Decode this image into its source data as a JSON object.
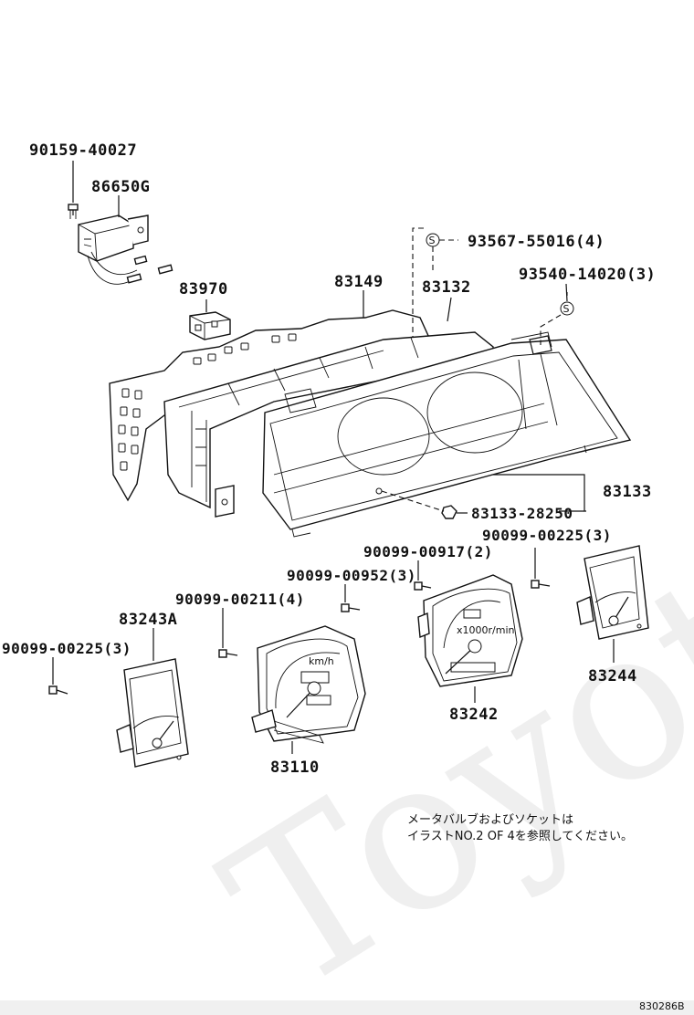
{
  "watermark": "Toyota",
  "labels": {
    "p90159_40027": "90159-40027",
    "p86650g": "86650G",
    "p93567_55016": "93567-55016(4)",
    "p93540_14020": "93540-14020(3)",
    "p83970": "83970",
    "p83149": "83149",
    "p83132": "83132",
    "p83133": "83133",
    "p83133_28250": "83133-28250",
    "p90099_00225_a": "90099-00225(3)",
    "p90099_00917": "90099-00917(2)",
    "p90099_00952": "90099-00952(3)",
    "p90099_00211": "90099-00211(4)",
    "p83243a": "83243A",
    "p90099_00225_b": "90099-00225(3)",
    "p83244": "83244",
    "p83242": "83242",
    "p83110": "83110"
  },
  "symbols": {
    "s_label": "S"
  },
  "note": {
    "line1": "メータバルブおよびソケットは",
    "line2": "イラストNO.2 OF 4を参照してください。"
  },
  "figure_id": "830286B"
}
